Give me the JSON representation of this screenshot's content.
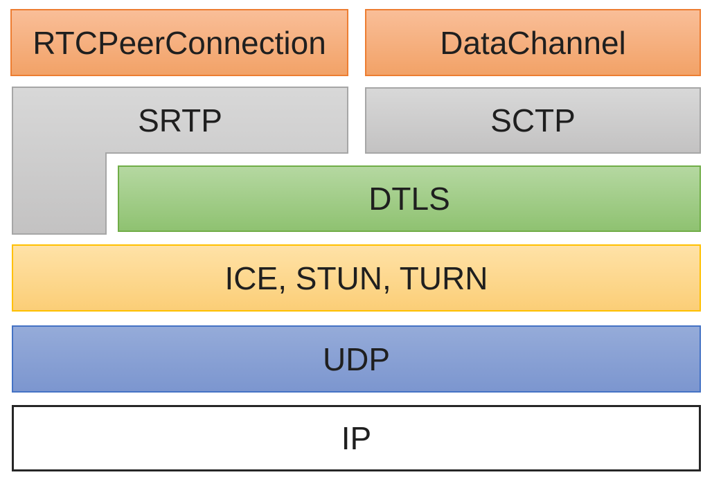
{
  "diagram": {
    "rtcpeerconnection": {
      "label": "RTCPeerConnection"
    },
    "datachannel": {
      "label": "DataChannel"
    },
    "srtp": {
      "label": "SRTP"
    },
    "sctp": {
      "label": "SCTP"
    },
    "dtls": {
      "label": "DTLS"
    },
    "ice_stun_turn": {
      "label": "ICE, STUN, TURN"
    },
    "udp": {
      "label": "UDP"
    },
    "ip": {
      "label": "IP"
    }
  },
  "colors": {
    "background": "#FFFFFF",
    "text": "#1F1F1F",
    "orange_top": "#F9BE98",
    "orange_bottom": "#F2A267",
    "orange_border": "#ED7D31",
    "gray_top": "#D8D8D8",
    "gray_bottom": "#C3C2C2",
    "gray_border": "#A6A6A6",
    "green_top": "#B5D8A1",
    "green_bottom": "#8FC271",
    "green_border": "#70AD47",
    "yellow_top": "#FFE2A7",
    "yellow_bottom": "#FBCE77",
    "yellow_border": "#FFC000",
    "blue_top": "#95ABD9",
    "blue_bottom": "#7C96CF",
    "blue_border": "#4472C4",
    "ip_border": "#262626"
  }
}
